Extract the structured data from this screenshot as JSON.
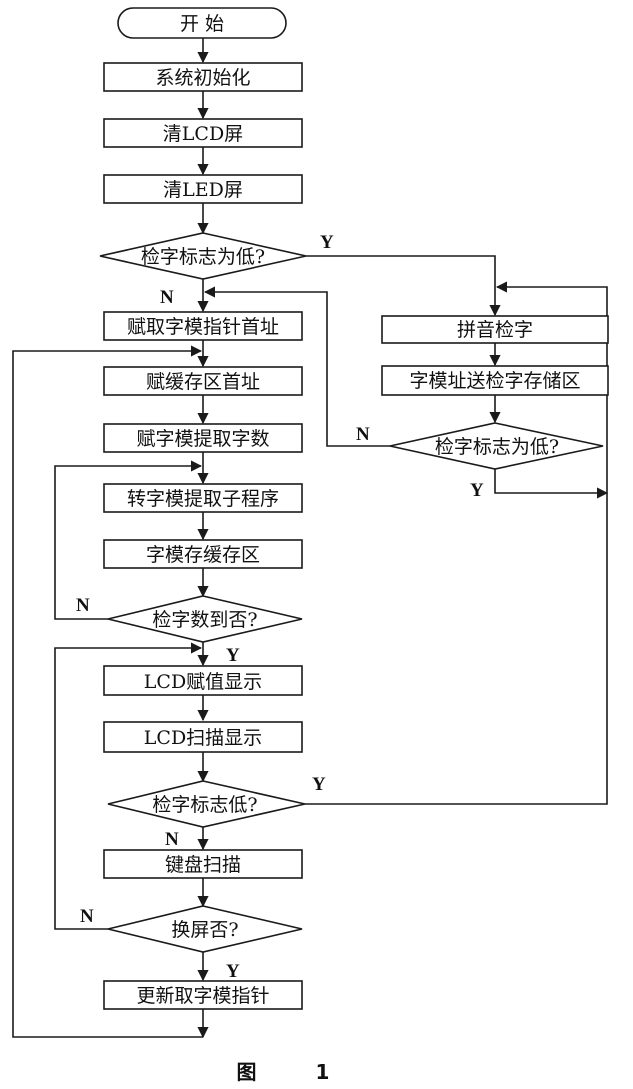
{
  "nodes": {
    "start": "开 始",
    "init": "系统初始化",
    "clear_lcd": "清LCD屏",
    "clear_led": "清LED屏",
    "check_flag_1": "检字标志为低?",
    "set_ptr": "赋取字模指针首址",
    "set_buf": "赋缓存区首址",
    "set_count": "赋字模提取字数",
    "call_sub": "转字模提取子程序",
    "store_buf": "字模存缓存区",
    "check_count": "检字数到否?",
    "lcd_assign": "LCD赋值显示",
    "lcd_scan": "LCD扫描显示",
    "check_flag_3": "检字标志低?",
    "kbd_scan": "键盘扫描",
    "check_switch": "换屏否?",
    "update_ptr": "更新取字模指针",
    "pinyin": "拼音检字",
    "send_addr": "字模址送检字存储区",
    "check_flag_2": "检字标志为低?"
  },
  "edge_labels": {
    "flag1_yes": "Y",
    "flag1_no": "N",
    "flag2_no": "N",
    "flag2_yes": "Y",
    "count_no": "N",
    "count_yes": "Y",
    "flag3_yes": "Y",
    "flag3_no": "N",
    "switch_no": "N",
    "switch_yes": "Y"
  },
  "caption": "图 1"
}
